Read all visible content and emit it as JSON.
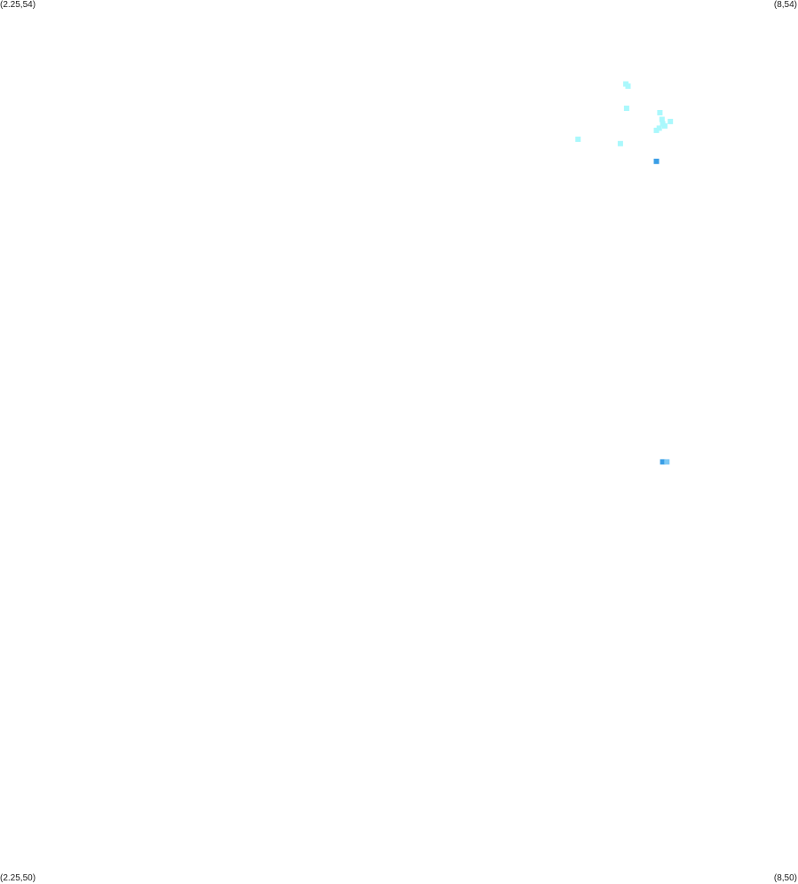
{
  "corners": {
    "top_left": "(2.25,54)",
    "top_right": "(8,54)",
    "bottom_left": "(2.25,50)",
    "bottom_right": "(8,50)"
  },
  "extent": {
    "lon": [
      2.25,
      8
    ],
    "lat": [
      50,
      54
    ]
  },
  "colors": {
    "background": "#ffffff",
    "light_cell": "#aaf8fc",
    "dark_cell": "#3a9ee6",
    "mid_cell": "#7dc8f5"
  },
  "cells": [
    {
      "lon": 6.76,
      "lat": 53.62,
      "shade": "light"
    },
    {
      "lon": 6.775,
      "lat": 53.61,
      "shade": "light"
    },
    {
      "lon": 6.765,
      "lat": 53.51,
      "shade": "light"
    },
    {
      "lon": 7.005,
      "lat": 53.49,
      "shade": "light"
    },
    {
      "lon": 7.02,
      "lat": 53.46,
      "shade": "light"
    },
    {
      "lon": 7.08,
      "lat": 53.45,
      "shade": "light"
    },
    {
      "lon": 7.025,
      "lat": 53.44,
      "shade": "light"
    },
    {
      "lon": 7.04,
      "lat": 53.43,
      "shade": "light"
    },
    {
      "lon": 7.0,
      "lat": 53.42,
      "shade": "light"
    },
    {
      "lon": 6.98,
      "lat": 53.41,
      "shade": "light"
    },
    {
      "lon": 6.415,
      "lat": 53.37,
      "shade": "light"
    },
    {
      "lon": 6.72,
      "lat": 53.35,
      "shade": "light"
    },
    {
      "lon": 6.98,
      "lat": 53.27,
      "shade": "dark"
    },
    {
      "lon": 7.025,
      "lat": 51.91,
      "shade": "dark"
    },
    {
      "lon": 7.055,
      "lat": 51.91,
      "shade": "mid"
    }
  ]
}
